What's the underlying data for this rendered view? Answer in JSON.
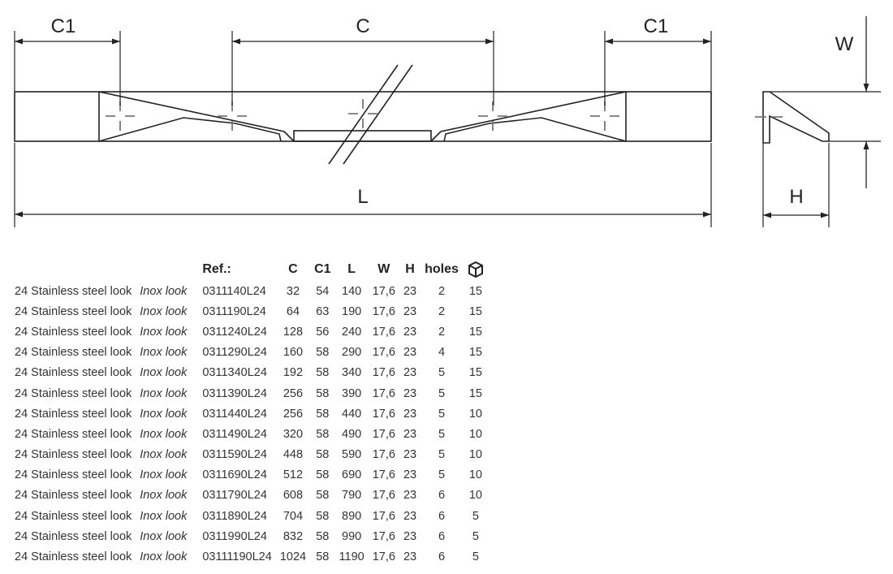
{
  "drawing": {
    "labels": {
      "c1_left": "C1",
      "c": "C",
      "c1_right": "C1",
      "length": "L",
      "width": "W",
      "height": "H"
    }
  },
  "table": {
    "headers": {
      "desc": "",
      "finish": "",
      "ref": "Ref.:",
      "c": "C",
      "c1": "C1",
      "l": "L",
      "w": "W",
      "h": "H",
      "holes": "holes",
      "pack": "box-icon"
    },
    "rows": [
      {
        "desc": "24 Stainless steel look",
        "finish": "Inox look",
        "ref": "0311140L24",
        "c": "32",
        "c1": "54",
        "l": "140",
        "w": "17,6",
        "h": "23",
        "holes": "2",
        "pack": "15"
      },
      {
        "desc": "24 Stainless steel look",
        "finish": "Inox look",
        "ref": "0311190L24",
        "c": "64",
        "c1": "63",
        "l": "190",
        "w": "17,6",
        "h": "23",
        "holes": "2",
        "pack": "15"
      },
      {
        "desc": "24 Stainless steel look",
        "finish": "Inox look",
        "ref": "0311240L24",
        "c": "128",
        "c1": "56",
        "l": "240",
        "w": "17,6",
        "h": "23",
        "holes": "2",
        "pack": "15"
      },
      {
        "desc": "24 Stainless steel look",
        "finish": "Inox look",
        "ref": "0311290L24",
        "c": "160",
        "c1": "58",
        "l": "290",
        "w": "17,6",
        "h": "23",
        "holes": "4",
        "pack": "15"
      },
      {
        "desc": "24 Stainless steel look",
        "finish": "Inox look",
        "ref": "0311340L24",
        "c": "192",
        "c1": "58",
        "l": "340",
        "w": "17,6",
        "h": "23",
        "holes": "5",
        "pack": "15"
      },
      {
        "desc": "24 Stainless steel look",
        "finish": "Inox look",
        "ref": "0311390L24",
        "c": "256",
        "c1": "58",
        "l": "390",
        "w": "17,6",
        "h": "23",
        "holes": "5",
        "pack": "15"
      },
      {
        "desc": "24 Stainless steel look",
        "finish": "Inox look",
        "ref": "0311440L24",
        "c": "256",
        "c1": "58",
        "l": "440",
        "w": "17,6",
        "h": "23",
        "holes": "5",
        "pack": "10"
      },
      {
        "desc": "24 Stainless steel look",
        "finish": "Inox look",
        "ref": "0311490L24",
        "c": "320",
        "c1": "58",
        "l": "490",
        "w": "17,6",
        "h": "23",
        "holes": "5",
        "pack": "10"
      },
      {
        "desc": "24 Stainless steel look",
        "finish": "Inox look",
        "ref": "0311590L24",
        "c": "448",
        "c1": "58",
        "l": "590",
        "w": "17,6",
        "h": "23",
        "holes": "5",
        "pack": "10"
      },
      {
        "desc": "24 Stainless steel look",
        "finish": "Inox look",
        "ref": "0311690L24",
        "c": "512",
        "c1": "58",
        "l": "690",
        "w": "17,6",
        "h": "23",
        "holes": "5",
        "pack": "10"
      },
      {
        "desc": "24 Stainless steel look",
        "finish": "Inox look",
        "ref": "0311790L24",
        "c": "608",
        "c1": "58",
        "l": "790",
        "w": "17,6",
        "h": "23",
        "holes": "6",
        "pack": "10"
      },
      {
        "desc": "24 Stainless steel look",
        "finish": "Inox look",
        "ref": "0311890L24",
        "c": "704",
        "c1": "58",
        "l": "890",
        "w": "17,6",
        "h": "23",
        "holes": "6",
        "pack": "5"
      },
      {
        "desc": "24 Stainless steel look",
        "finish": "Inox look",
        "ref": "0311990L24",
        "c": "832",
        "c1": "58",
        "l": "990",
        "w": "17,6",
        "h": "23",
        "holes": "6",
        "pack": "5"
      },
      {
        "desc": "24 Stainless steel look",
        "finish": "Inox look",
        "ref": "03111190L24",
        "c": "1024",
        "c1": "58",
        "l": "1190",
        "w": "17,6",
        "h": "23",
        "holes": "6",
        "pack": "5"
      }
    ]
  }
}
